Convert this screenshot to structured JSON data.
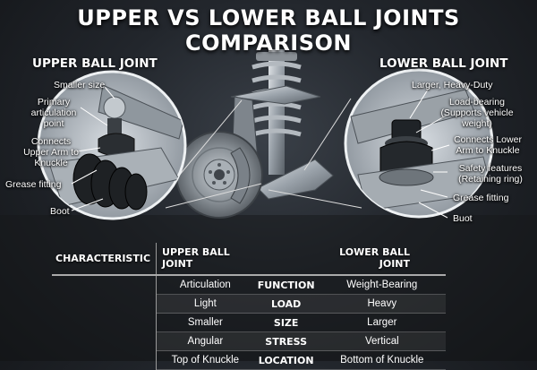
{
  "title": "UPPER VS LOWER BALL JOINTS COMPARISON",
  "upper": {
    "title": "UPPER BALL JOINT",
    "labels": [
      "Smaller size",
      "Primary articulation point",
      "Connects Upper Arm to Knuckle",
      "Grease fitting",
      "Boot"
    ]
  },
  "lower": {
    "title": "LOWER BALL JOINT",
    "labels": [
      "Larger, Heavy-Duty",
      "Load-bearing (Supports vehicle weight)",
      "Connects Lower Arm to Knuckle",
      "Safety features (Retaining ring)",
      "Grease fitting",
      "Buot"
    ]
  },
  "table": {
    "headers": [
      "CHARACTERISTIC",
      "UPPER BALL JOINT",
      "LOWER BALL JOINT"
    ],
    "rows": [
      {
        "upper": "Articulation",
        "feature": "FUNCTION",
        "lower": "Weight-Bearing"
      },
      {
        "upper": "Light",
        "feature": "LOAD",
        "lower": "Heavy"
      },
      {
        "upper": "Smaller",
        "feature": "SIZE",
        "lower": "Larger"
      },
      {
        "upper": "Angular",
        "feature": "STRESS",
        "lower": "Vertical"
      },
      {
        "upper": "Top of Knuckle",
        "feature": "LOCATION",
        "lower": "Bottom of Knuckle"
      }
    ]
  },
  "colors": {
    "background": "#1a1d21",
    "text": "#ffffff",
    "metal": "#9aa2aa",
    "rubber": "#1c1c1c"
  }
}
